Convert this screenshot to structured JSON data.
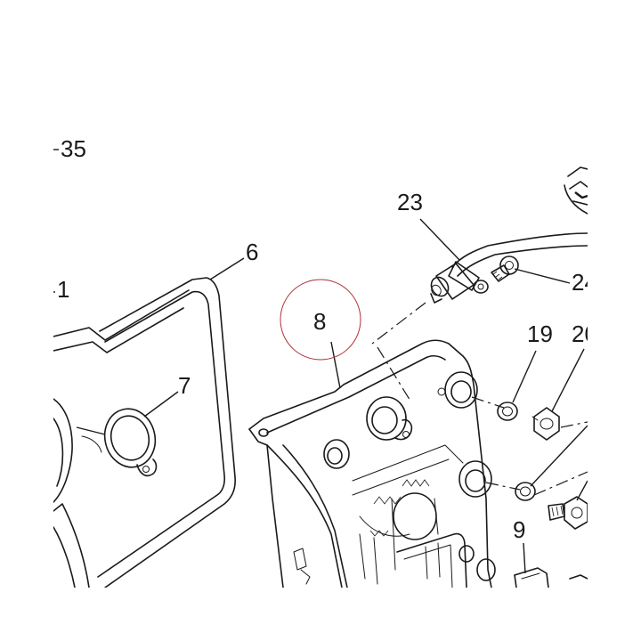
{
  "diagram": {
    "callouts": [
      {
        "id": "c35",
        "text": "35"
      },
      {
        "id": "c1",
        "text": "1"
      },
      {
        "id": "c6",
        "text": "6"
      },
      {
        "id": "c7",
        "text": "7"
      },
      {
        "id": "c8",
        "text": "8"
      },
      {
        "id": "c23",
        "text": "23"
      },
      {
        "id": "c24",
        "text": "24"
      },
      {
        "id": "c19",
        "text": "19"
      },
      {
        "id": "c20",
        "text": "20"
      },
      {
        "id": "c9",
        "text": "9"
      }
    ],
    "highlight_color": "#b0303a",
    "ink_color": "#1a1a1a"
  }
}
